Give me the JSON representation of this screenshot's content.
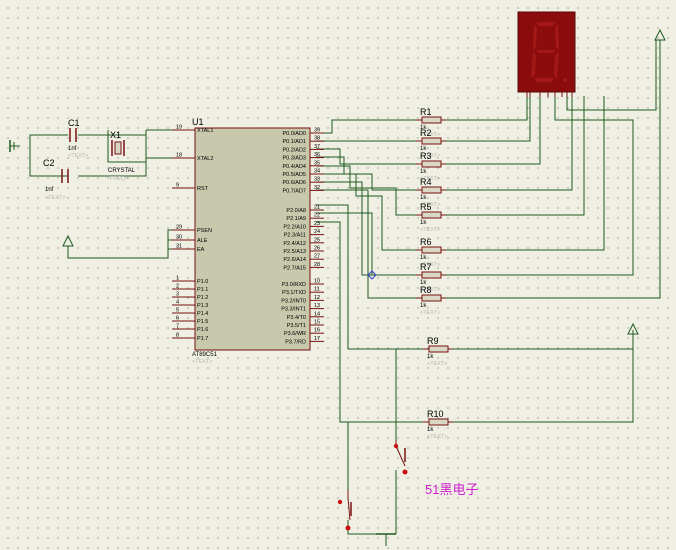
{
  "colors": {
    "background": "#efefe3",
    "wire": "#1f5b1f",
    "component_outline": "#7a1010",
    "chip_fill": "#c8c8ac",
    "display_body": "#8a0c0c",
    "watermark": "#d01ed0"
  },
  "mcu": {
    "ref": "U1",
    "part": "AT89C51",
    "text_placeholder": "<TEXT>",
    "left_pins": [
      {
        "num": "19",
        "name": "XTAL1"
      },
      {
        "num": "18",
        "name": "XTAL2"
      },
      {
        "num": "9",
        "name": "RST"
      },
      {
        "num": "29",
        "name": "PSEN"
      },
      {
        "num": "30",
        "name": "ALE"
      },
      {
        "num": "31",
        "name": "EA"
      },
      {
        "num": "1",
        "name": "P1.0"
      },
      {
        "num": "2",
        "name": "P1.1"
      },
      {
        "num": "3",
        "name": "P1.2"
      },
      {
        "num": "4",
        "name": "P1.3"
      },
      {
        "num": "5",
        "name": "P1.4"
      },
      {
        "num": "6",
        "name": "P1.5"
      },
      {
        "num": "7",
        "name": "P1.6"
      },
      {
        "num": "8",
        "name": "P1.7"
      }
    ],
    "right_pins": [
      {
        "num": "39",
        "name": "P0.0/AD0"
      },
      {
        "num": "38",
        "name": "P0.1/AD1"
      },
      {
        "num": "37",
        "name": "P0.2/AD2"
      },
      {
        "num": "36",
        "name": "P0.3/AD3"
      },
      {
        "num": "35",
        "name": "P0.4/AD4"
      },
      {
        "num": "34",
        "name": "P0.5/AD5"
      },
      {
        "num": "33",
        "name": "P0.6/AD6"
      },
      {
        "num": "32",
        "name": "P0.7/AD7"
      },
      {
        "num": "21",
        "name": "P2.0/A8"
      },
      {
        "num": "22",
        "name": "P2.1/A9"
      },
      {
        "num": "23",
        "name": "P2.2/A10"
      },
      {
        "num": "24",
        "name": "P2.3/A11"
      },
      {
        "num": "25",
        "name": "P2.4/A12"
      },
      {
        "num": "26",
        "name": "P2.5/A13"
      },
      {
        "num": "27",
        "name": "P2.6/A14"
      },
      {
        "num": "28",
        "name": "P2.7/A15"
      },
      {
        "num": "10",
        "name": "P3.0/RXD"
      },
      {
        "num": "11",
        "name": "P3.1/TXD"
      },
      {
        "num": "12",
        "name": "P3.2/INT0"
      },
      {
        "num": "13",
        "name": "P3.3/INT1"
      },
      {
        "num": "14",
        "name": "P3.4/T0"
      },
      {
        "num": "15",
        "name": "P3.5/T1"
      },
      {
        "num": "16",
        "name": "P3.6/WR"
      },
      {
        "num": "17",
        "name": "P3.7/RD"
      }
    ]
  },
  "crystal": {
    "ref": "X1",
    "part": "CRYSTAL",
    "text_placeholder": "FREQ="
  },
  "capacitors": [
    {
      "ref": "C1",
      "value": "1nf",
      "text_placeholder": "<TEXT>"
    },
    {
      "ref": "C2",
      "value": "1nf",
      "text_placeholder": "<TEXT>"
    }
  ],
  "resistors": [
    {
      "ref": "R1",
      "value": "1k",
      "text_placeholder": "<TEXT>"
    },
    {
      "ref": "R2",
      "value": "1k",
      "text_placeholder": "<TEXT>"
    },
    {
      "ref": "R3",
      "value": "1k",
      "text_placeholder": "<TEXT>"
    },
    {
      "ref": "R4",
      "value": "1k",
      "text_placeholder": "<TEXT>"
    },
    {
      "ref": "R5",
      "value": "1k",
      "text_placeholder": "<TEXT>"
    },
    {
      "ref": "R6",
      "value": "1k",
      "text_placeholder": "<TEXT>"
    },
    {
      "ref": "R7",
      "value": "1k",
      "text_placeholder": "<TEXT>"
    },
    {
      "ref": "R8",
      "value": "1k",
      "text_placeholder": "<TEXT>"
    },
    {
      "ref": "R9",
      "value": "1k",
      "text_placeholder": "<TEXT>"
    },
    {
      "ref": "R10",
      "value": "1k",
      "text_placeholder": "<TEXT>"
    }
  ],
  "display": {
    "digit_shown": "8"
  },
  "watermark": "51黑电子"
}
